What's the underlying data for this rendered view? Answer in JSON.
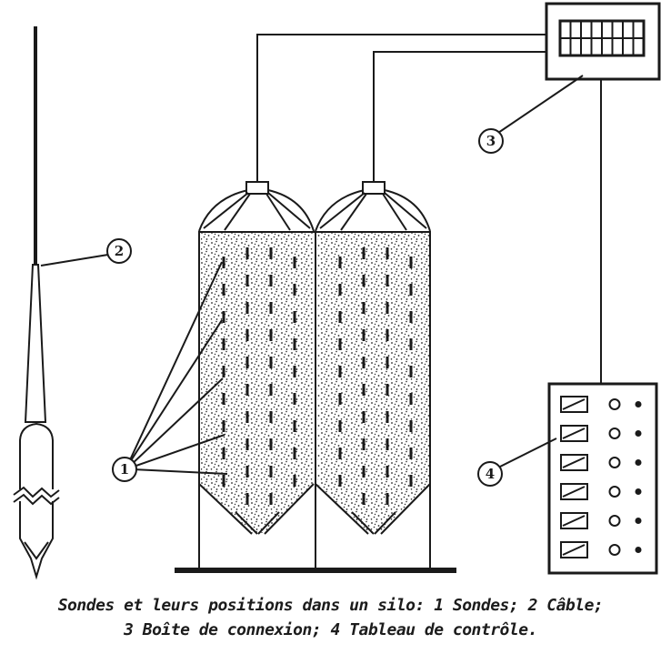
{
  "caption": {
    "line1": "Sondes et leurs positions dans un silo: 1 Sondes; 2 Câble;",
    "line2": "3 Boîte de connexion; 4 Tableau de contrôle."
  },
  "callouts": {
    "probes": "1",
    "cable": "2",
    "junction_box": "3",
    "control_panel": "4"
  },
  "legend": [
    {
      "num": "1",
      "label": "Sondes"
    },
    {
      "num": "2",
      "label": "Câble"
    },
    {
      "num": "3",
      "label": "Boîte de connexion"
    },
    {
      "num": "4",
      "label": "Tableau de contrôle"
    }
  ],
  "colors": {
    "ink": "#1a1a1a",
    "paper": "#ffffff"
  }
}
